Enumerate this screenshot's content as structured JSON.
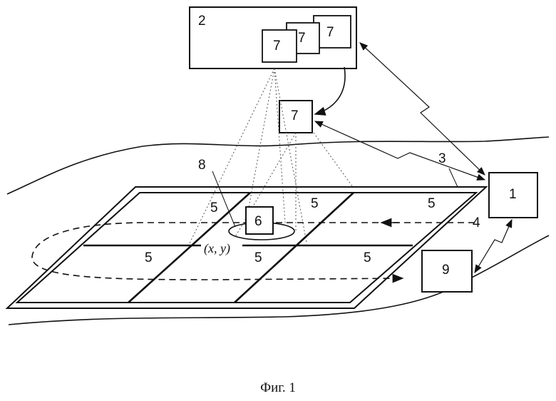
{
  "labels": {
    "server": "2",
    "camera_stack_1": "7",
    "camera_stack_2": "7",
    "camera_stack_3": "7",
    "camera_drone": "7",
    "station": "1",
    "field": "3",
    "route": "4",
    "cell_top_left": "5",
    "cell_top_mid": "5",
    "cell_top_right": "5",
    "cell_bot_left": "5",
    "cell_bot_mid": "5",
    "cell_bot_right": "5",
    "machine": "6",
    "zone": "8",
    "unit": "9",
    "coordinates": "(x, y)"
  },
  "caption": "Фиг. 1"
}
